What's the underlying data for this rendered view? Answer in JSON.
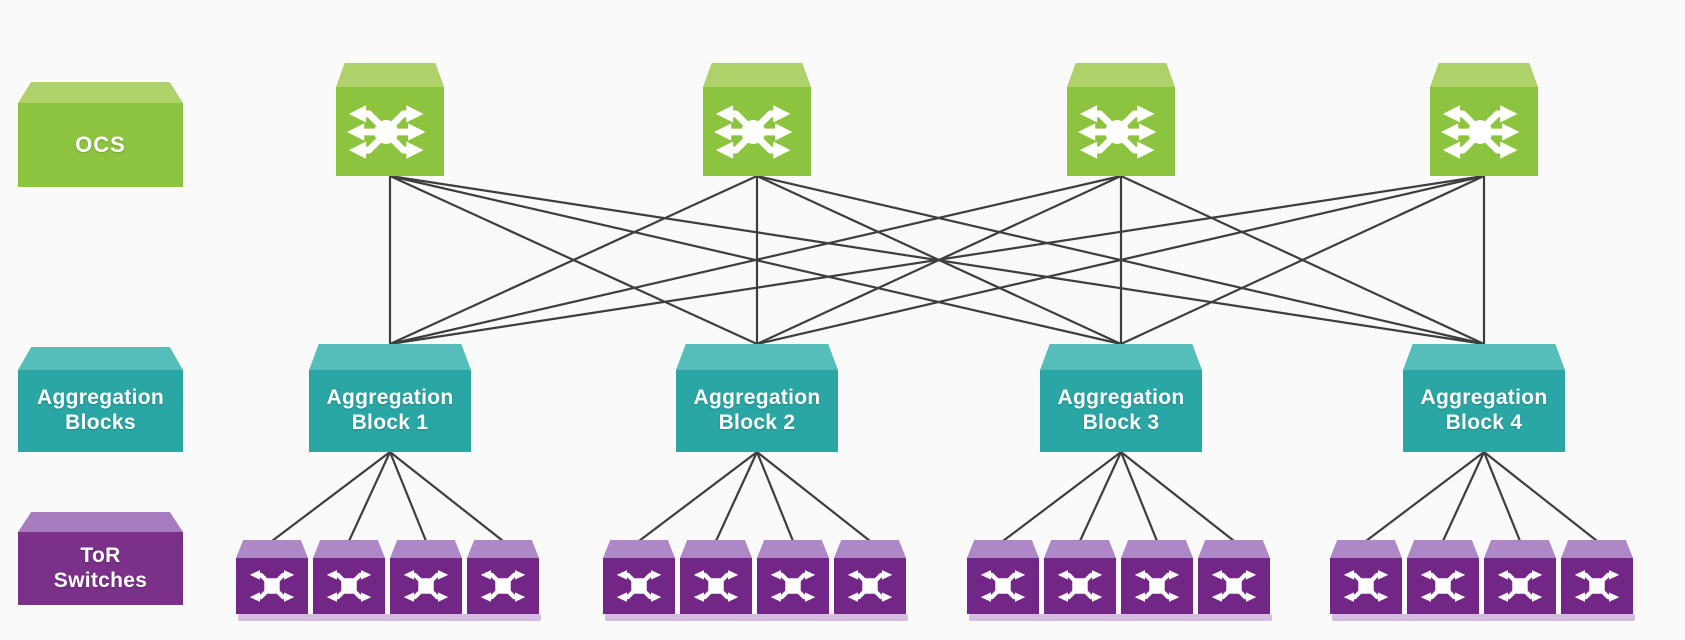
{
  "legend": {
    "ocs_label": "OCS",
    "aggregation_label": "Aggregation\nBlocks",
    "tor_label": "ToR\nSwitches"
  },
  "columns": [
    {
      "aggregation_label": "Aggregation\nBlock 1",
      "tor_switch_count": 4
    },
    {
      "aggregation_label": "Aggregation\nBlock 2",
      "tor_switch_count": 4
    },
    {
      "aggregation_label": "Aggregation\nBlock 3",
      "tor_switch_count": 4
    },
    {
      "aggregation_label": "Aggregation\nBlock 4",
      "tor_switch_count": 4
    }
  ],
  "topology": {
    "layers": [
      "OCS",
      "Aggregation Blocks",
      "ToR Switches"
    ],
    "ocs_count": 4,
    "aggregation_block_count": 4,
    "tor_switches_per_aggregation_block": 4,
    "ocs_to_aggregation_links": "full mesh: every OCS connects to every aggregation block (16 links)",
    "aggregation_to_tor_links": "each aggregation block fans out to its own 4 ToR switches"
  },
  "icons": {
    "ocs_switch_icon": "cube with white circle and six outward arrows (optical circuit switch glyph)",
    "tor_switch_icon": "cube with white rounded square and four diagonal outward arrows (switch glyph)"
  },
  "colors": {
    "background": "#FAFAFA",
    "line": "#3E3E3E",
    "ocs_front": "#8CC440",
    "ocs_top": "#AED169",
    "aggregation_front": "#2AA7A5",
    "aggregation_top": "#56BEBA",
    "tor_front": "#722786",
    "tor_top": "#AE88C6",
    "tor_shadow": "#D3BCE0",
    "legend_tor_front": "#7B3189",
    "legend_tor_top": "#A77CBF",
    "icon": "#FFFFFF"
  }
}
